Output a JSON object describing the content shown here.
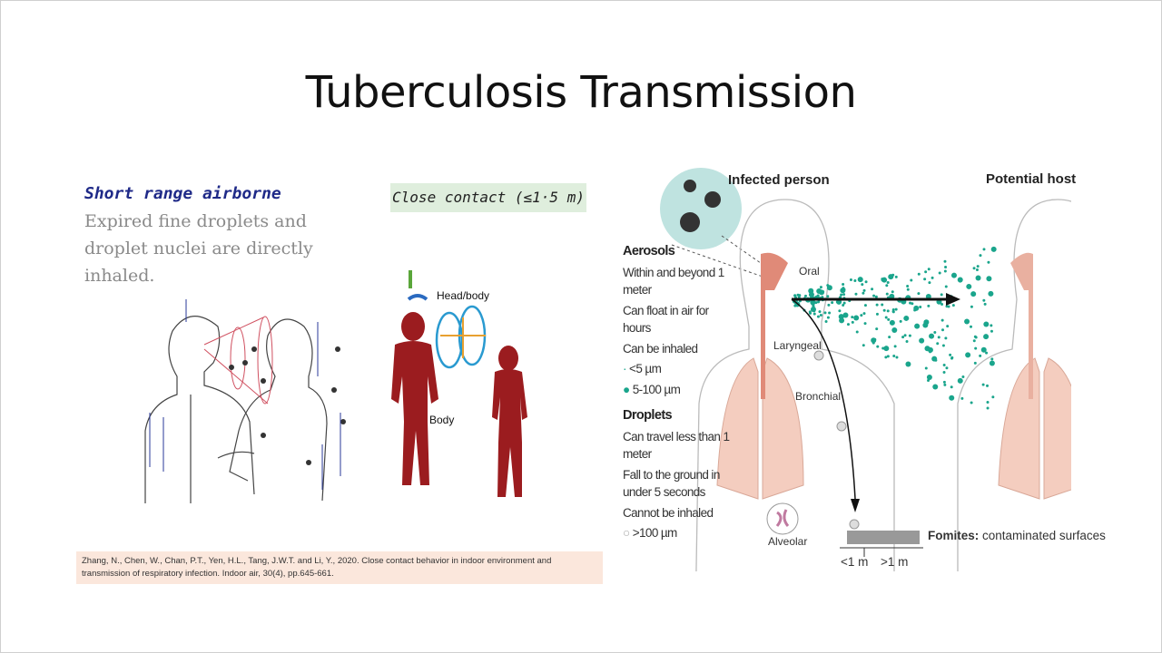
{
  "slide": {
    "title": "Tuberculosis Transmission"
  },
  "left_panel": {
    "heading": "Short range airborne",
    "description": "Expired fine droplets and droplet nuclei are directly inhaled.",
    "close_contact_label": "Close contact (≤1·5 m)",
    "head_body_label": "Head/body",
    "body_label": "Body",
    "citation": "Zhang, N., Chen, W., Chan, P.T., Yen, H.L., Tang, J.W.T. and Li, Y., 2020. Close contact behavior in indoor environment and transmission of respiratory infection. Indoor air, 30(4), pp.645-661.",
    "figure_color": "#9b1c1f"
  },
  "right_panel": {
    "infected_label": "Infected person",
    "host_label": "Potential host",
    "oral_label": "Oral",
    "laryngeal_label": "Laryngeal",
    "bronchial_label": "Bronchial",
    "alveolar_label": "Alveolar",
    "fomites_bold": "Fomites:",
    "fomites_text": "contaminated surfaces",
    "near_label": "<1 m",
    "far_label": ">1 m",
    "aerosols": {
      "heading": "Aerosols",
      "lines": [
        "Within and beyond 1 meter",
        "Can float in air for hours",
        "Can be inhaled"
      ],
      "small": "<5 µm",
      "large": "5-100 µm"
    },
    "droplets": {
      "heading": "Droplets",
      "lines": [
        "Can travel less than 1 meter",
        "Fall to the ground in under 5 seconds",
        "Cannot be inhaled"
      ],
      "size": ">100 µm"
    },
    "aerosol_color": "#1aa58c",
    "lung_color": "#f4cdbf",
    "airway_color": "#e08a78"
  }
}
